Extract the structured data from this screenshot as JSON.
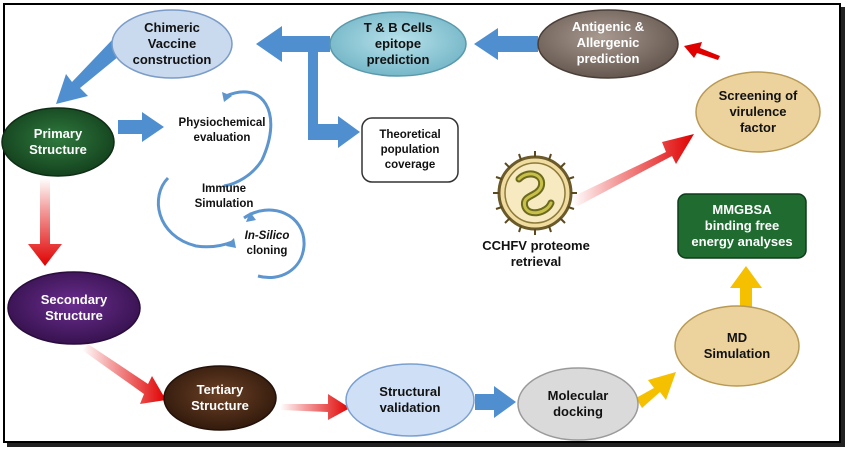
{
  "nodes": {
    "chimeric": "Chimeric\nVaccine\nconstruction",
    "tb_cells": "T & B Cells\nepitope\nprediction",
    "antigenic": "Antigenic &\nAllergenic\nprediction",
    "screening": "Screening of\nvirulence\nfactor",
    "primary": "Primary\nStructure",
    "secondary": "Secondary\nStructure",
    "tertiary": "Tertiary\nStructure",
    "structural": "Structural\nvalidation",
    "docking": "Molecular\ndocking",
    "md": "MD\nSimulation",
    "mmgbsa": "MMGBSA\nbinding  free\nenergy analyses",
    "theoretical": "Theoretical\npopulation\ncoverage",
    "cchfv": "CCHFV proteome\nretrieval"
  },
  "side_steps": {
    "physio": "Physiochemical\nevaluation",
    "immune": "Immune\nSimulation",
    "insilico_italic": "In-Silico",
    "insilico_rest": "cloning"
  },
  "colors": {
    "chimeric": "#c9d9ee",
    "tb_cells": "#8fc9d6",
    "antigenic": "#8a7a70",
    "tan": "#ecd39e",
    "primary": "#1f5a2c",
    "secondary": "#4a1a68",
    "tertiary": "#4a2a16",
    "structural": "#cfe0f6",
    "docking": "#dadada",
    "mmgbsa": "#1f6b30",
    "blue_arrow": "#4f8fd0",
    "red_arrow": "#e00000",
    "gold_arrow": "#f5c000"
  },
  "icons": [
    "virus-icon"
  ]
}
